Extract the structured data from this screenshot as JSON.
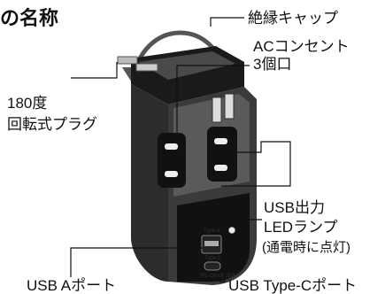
{
  "title": "の名称",
  "labels": {
    "cap": "絶縁キャップ",
    "ac_line1": "ACコンセント",
    "ac_line2": "3個口",
    "plug_line1": "180度",
    "plug_line2": "回転式プラグ",
    "usb_out_line1": "USB出力",
    "usb_out_line2": "LEDランプ",
    "usb_out_line3": "(通電時に点灯)",
    "usb_a": "USB Aポート",
    "usb_c": "USB Type-Cポート"
  },
  "port_marks": {
    "type_a": "Type A",
    "type_c": "Type C",
    "pd_charger": "PD CHARGER"
  }
}
